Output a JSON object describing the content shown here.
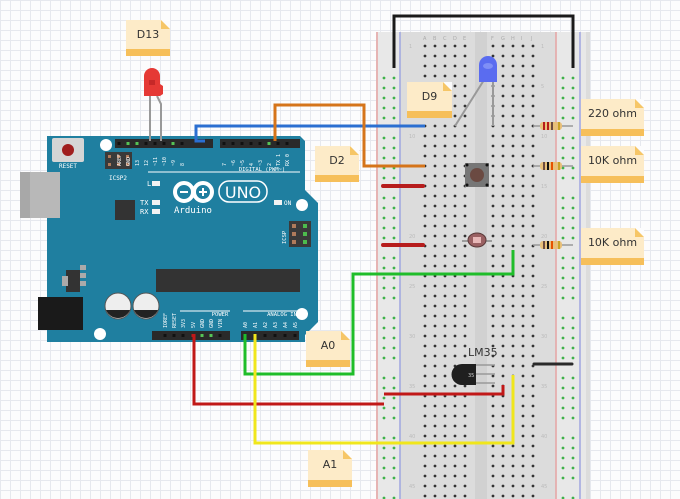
{
  "diagram": {
    "title": "Arduino UNO breadboard circuit",
    "board": {
      "brand": "Arduino",
      "model": "UNO",
      "labels": {
        "reset": "RESET",
        "icsp2": "ICSP2",
        "icsp": "ICSP",
        "led_l": "L",
        "tx": "TX",
        "rx": "RX",
        "on": "ON",
        "digital": "DIGITAL (PWM~)",
        "power": "POWER",
        "analog": "ANALOG IN"
      },
      "digital_pins": [
        "AREF",
        "GND",
        "13",
        "12",
        "~11",
        "~10",
        "~9",
        "8",
        "7",
        "~6",
        "~5",
        "4",
        "~3",
        "2",
        "TX 1",
        "RX 0"
      ],
      "power_pins": [
        "IOREF",
        "RESET",
        "3V3",
        "5V",
        "GND",
        "GND",
        "VIN"
      ],
      "analog_pins": [
        "A0",
        "A1",
        "A2",
        "A3",
        "A4",
        "A5"
      ]
    },
    "breadboard": {
      "columns_left": [
        "A",
        "B",
        "C",
        "D",
        "E"
      ],
      "columns_right": [
        "F",
        "G",
        "H",
        "I",
        "J"
      ],
      "row_numbers": [
        "1",
        "5",
        "10",
        "15",
        "20",
        "25",
        "30",
        "35",
        "40",
        "45"
      ]
    },
    "notes": [
      {
        "id": "d13",
        "text": "D13"
      },
      {
        "id": "d9",
        "text": "D9"
      },
      {
        "id": "d2",
        "text": "D2"
      },
      {
        "id": "r220",
        "text": "220 ohm"
      },
      {
        "id": "r10k_1",
        "text": "10K ohm"
      },
      {
        "id": "r10k_2",
        "text": "10K ohm"
      },
      {
        "id": "a0",
        "text": "A0"
      },
      {
        "id": "a1",
        "text": "A1"
      }
    ],
    "components": {
      "sensor_label": "LM35",
      "red_led": "Red LED",
      "blue_led": "Blue LED",
      "button": "Push button",
      "ldr": "Photoresistor"
    },
    "colors": {
      "board": "#1f7fa0",
      "wire_blue": "#2b6fd1",
      "wire_orange": "#d5741a",
      "wire_red": "#c11818",
      "wire_green": "#1fbd2a",
      "wire_yellow": "#f0e61b",
      "wire_black": "#1a1a1a",
      "note_bg": "#fdebc8",
      "note_band": "#f6bf5a"
    }
  }
}
